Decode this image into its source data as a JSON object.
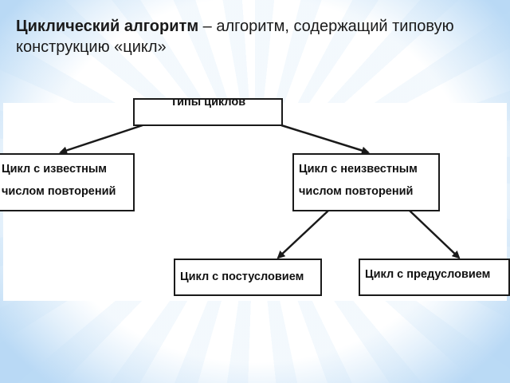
{
  "heading": {
    "term": "Циклический алгоритм",
    "definition": " – алгоритм, содержащий типовую конструкцию «цикл»"
  },
  "diagram": {
    "root": "Типы циклов",
    "known": {
      "line1": "Цикл с известным",
      "line2": "числом повторений"
    },
    "unknown": {
      "line1": "Цикл с неизвестным",
      "line2": "числом повторений"
    },
    "post": "Цикл с постусловием",
    "pre": "Цикл с предусловием"
  }
}
